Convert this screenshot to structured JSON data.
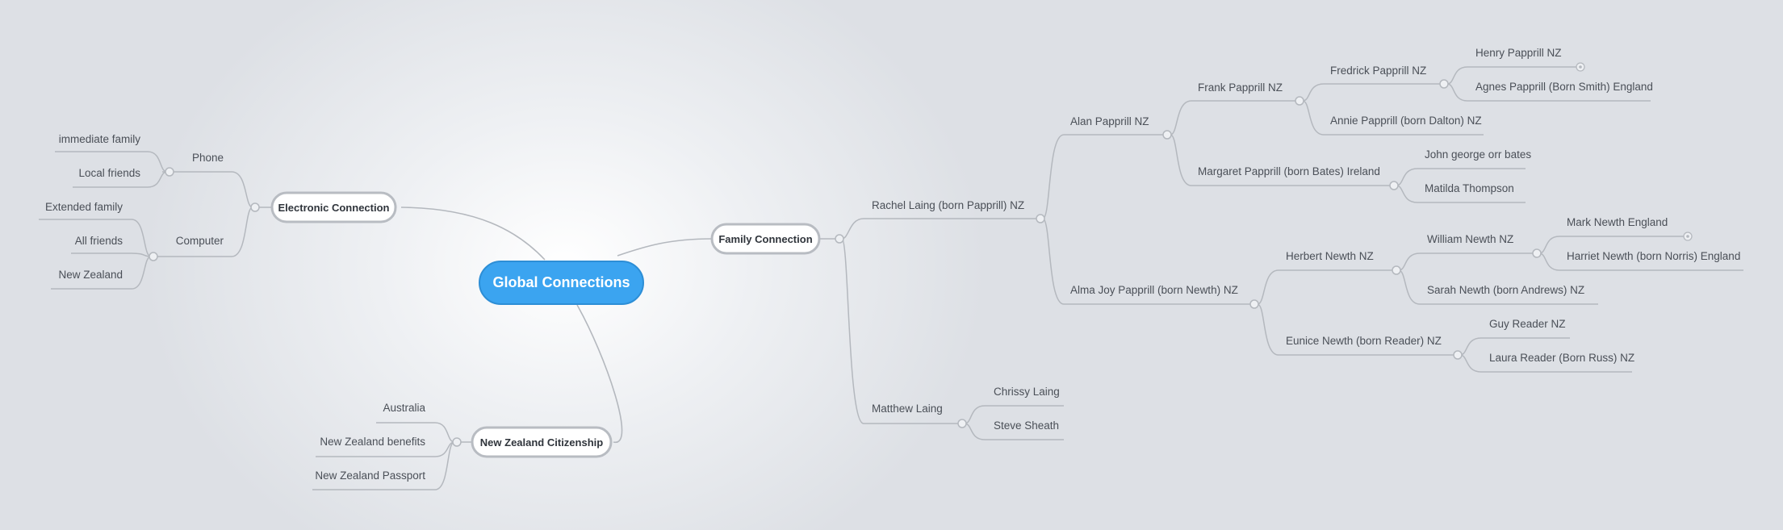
{
  "root": {
    "label": "Global Connections"
  },
  "branches": {
    "family": {
      "label": "Family Connection",
      "rachel": "Rachel Laing (born Papprill) NZ",
      "alan": "Alan Papprill NZ",
      "frank": "Frank Papprill NZ",
      "fredrick": "Fredrick Papprill NZ",
      "henry": "Henry Papprill NZ",
      "agnes": "Agnes Papprill (Born Smith) England",
      "annie": "Annie Papprill (born Dalton) NZ",
      "margaret": "Margaret Papprill (born Bates) Ireland",
      "john": "John george orr bates",
      "matilda": "Matilda Thompson",
      "alma": "Alma Joy Papprill (born Newth) NZ",
      "herbert": "Herbert Newth NZ",
      "william": "William Newth NZ",
      "mark": "Mark Newth England",
      "harriet": "Harriet Newth (born Norris) England",
      "sarah": "Sarah Newth (born Andrews) NZ",
      "eunice": "Eunice Newth (born Reader) NZ",
      "guy": "Guy Reader NZ",
      "laura": "Laura Reader (Born Russ) NZ",
      "matthew": "Matthew Laing",
      "chrissy": "Chrissy Laing",
      "steve": "Steve Sheath"
    },
    "electronic": {
      "label": "Electronic Connection",
      "phone": "Phone",
      "immediate": "immediate family",
      "local": "Local friends",
      "computer": "Computer",
      "extended": "Extended family",
      "allfriends": "All friends",
      "nz": "New Zealand"
    },
    "citizenship": {
      "label": "New Zealand Citizenship",
      "australia": "Australia",
      "benefits": "New Zealand benefits",
      "passport": "New Zealand Passport"
    }
  },
  "colors": {
    "accent": "#3ba4f0",
    "accent_border": "#2d8ed6",
    "line": "#b4b8be",
    "text": "#4a4f57"
  }
}
